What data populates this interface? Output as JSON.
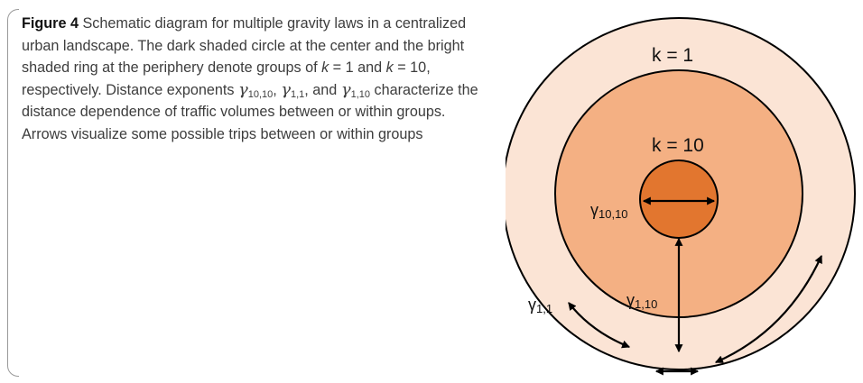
{
  "figure": {
    "label": "Figure 4",
    "caption": {
      "part1": " Schematic diagram for multiple gravity laws in a centralized urban landscape. The dark shaded circle at the center and the bright shaded ring at the periphery denote groups of ",
      "k_symbol_1": "k",
      "eq_1": " = 1 and ",
      "k_symbol_2": "k",
      "eq_2": " = 10, respectively. Distance exponents ",
      "gamma": "γ",
      "sub_10_10": "10,10",
      "sep_1": ", ",
      "sub_1_1": "1,1",
      "sep_2": ", and ",
      "sub_1_10": "1,10",
      "part2": " characterize the distance dependence of traffic volumes between or within groups. Arrows visualize some possible trips between or within groups"
    }
  },
  "diagram": {
    "outer_label": "k = 1",
    "middle_label": "k = 10",
    "gamma_inner": "γ",
    "gamma_inner_sub": "10,10",
    "gamma_between": "γ",
    "gamma_between_sub": "1,10",
    "gamma_ring": "γ",
    "gamma_ring_sub": "1,1",
    "colors": {
      "outer_ring": "#fbe4d5",
      "middle_disk": "#f4b083",
      "inner_disk": "#e2762f",
      "stroke": "#000000"
    }
  }
}
